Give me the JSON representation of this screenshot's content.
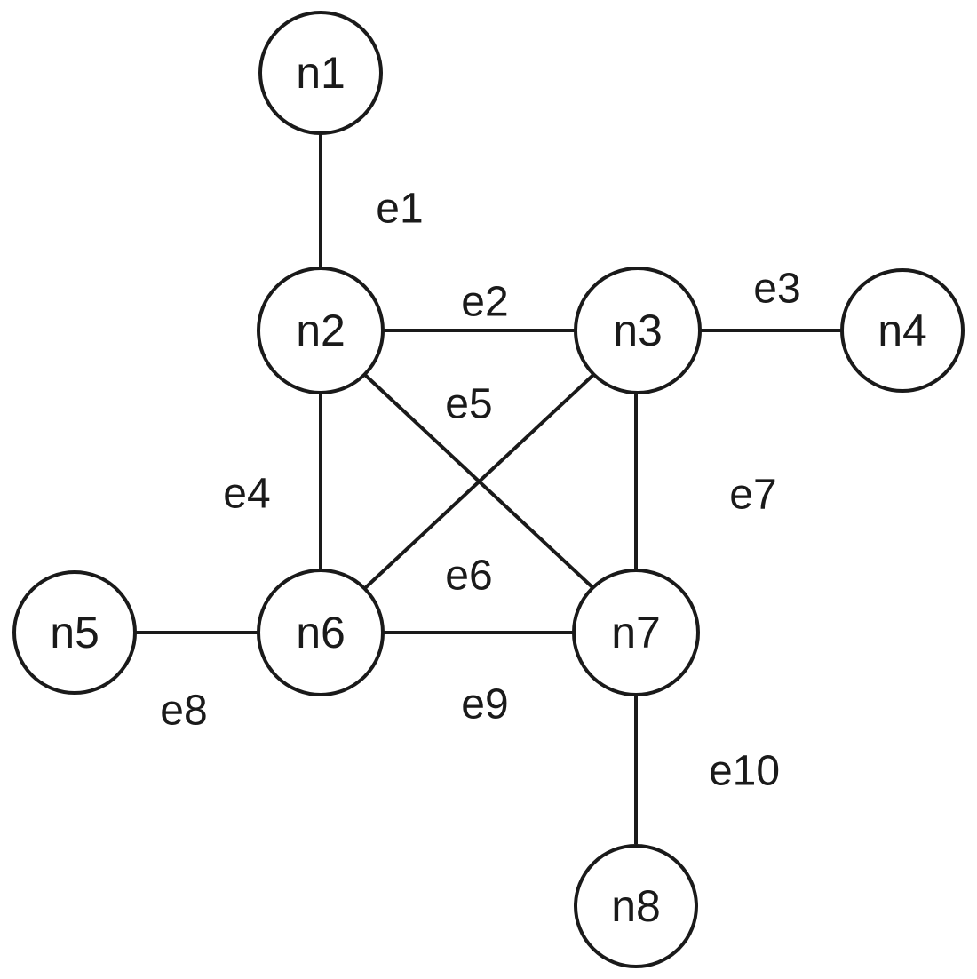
{
  "nodes": [
    {
      "id": "n1",
      "label": "n1"
    },
    {
      "id": "n2",
      "label": "n2"
    },
    {
      "id": "n3",
      "label": "n3"
    },
    {
      "id": "n4",
      "label": "n4"
    },
    {
      "id": "n5",
      "label": "n5"
    },
    {
      "id": "n6",
      "label": "n6"
    },
    {
      "id": "n7",
      "label": "n7"
    },
    {
      "id": "n8",
      "label": "n8"
    }
  ],
  "edges": [
    {
      "id": "e1",
      "label": "e1",
      "from": "n1",
      "to": "n2"
    },
    {
      "id": "e2",
      "label": "e2",
      "from": "n2",
      "to": "n3"
    },
    {
      "id": "e3",
      "label": "e3",
      "from": "n3",
      "to": "n4"
    },
    {
      "id": "e4",
      "label": "e4",
      "from": "n2",
      "to": "n6"
    },
    {
      "id": "e5",
      "label": "e5",
      "from": "n2",
      "to": "n7"
    },
    {
      "id": "e6",
      "label": "e6",
      "from": "n3",
      "to": "n6"
    },
    {
      "id": "e7",
      "label": "e7",
      "from": "n3",
      "to": "n7"
    },
    {
      "id": "e8",
      "label": "e8",
      "from": "n5",
      "to": "n6"
    },
    {
      "id": "e9",
      "label": "e9",
      "from": "n6",
      "to": "n7"
    },
    {
      "id": "e10",
      "label": "e10",
      "from": "n7",
      "to": "n8"
    }
  ]
}
